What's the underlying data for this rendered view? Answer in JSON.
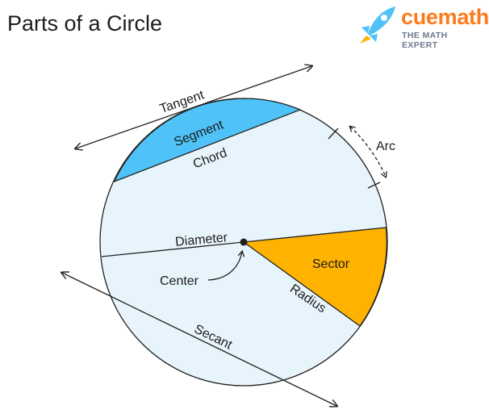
{
  "title": "Parts of a Circle",
  "brand": {
    "name": "cuemath",
    "tagline": "THE MATH EXPERT",
    "logo_icon": "rocket-icon",
    "colors": {
      "name": "#ff7a1a",
      "rocket": "#4fc3f7",
      "flame": "#ffb300"
    }
  },
  "labels": {
    "tangent": "Tangent",
    "segment": "Segment",
    "chord": "Chord",
    "arc": "Arc",
    "diameter": "Diameter",
    "center": "Center",
    "sector": "Sector",
    "radius": "Radius",
    "secant": "Secant"
  },
  "colors": {
    "circle_fill": "#e8f4fc",
    "segment_fill": "#4fc3f7",
    "sector_fill": "#ffb300",
    "stroke": "#222222"
  }
}
